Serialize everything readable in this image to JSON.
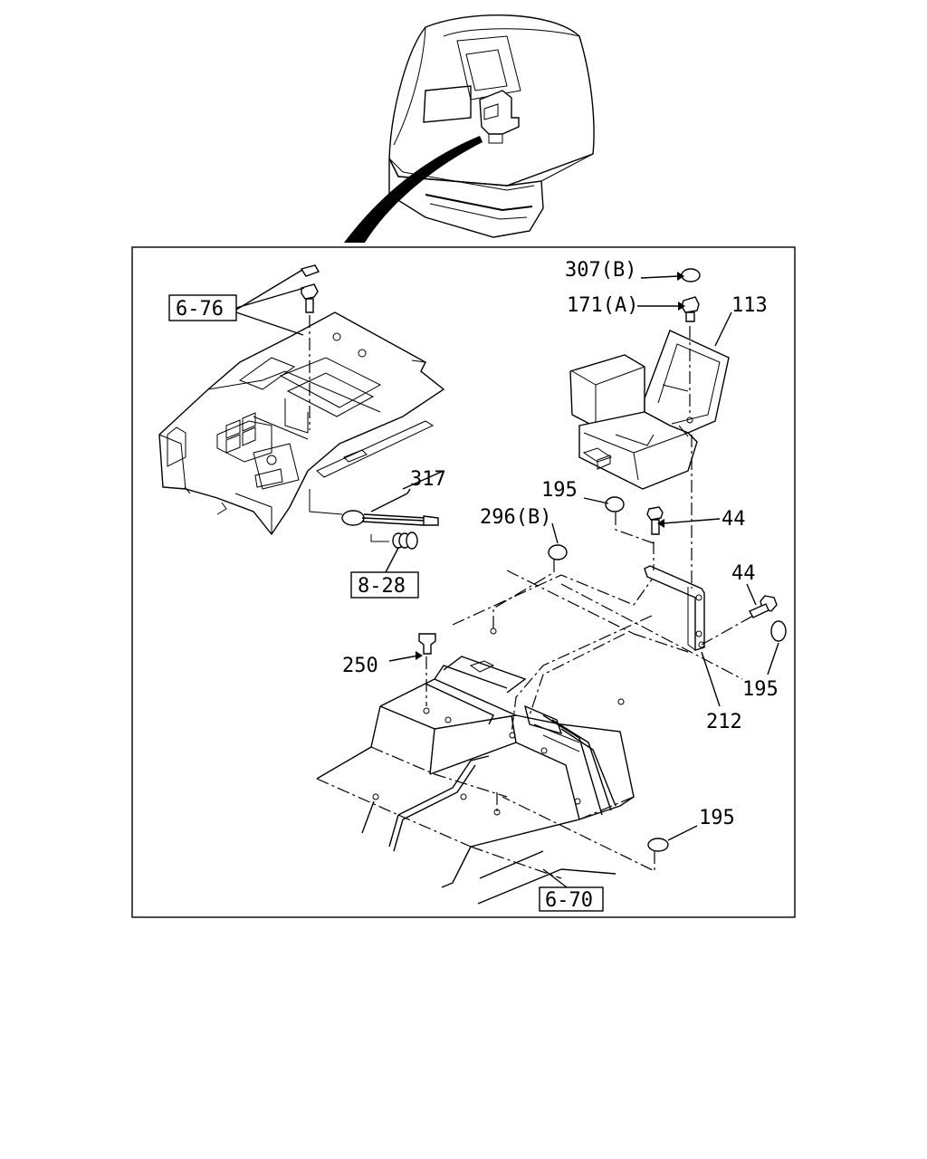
{
  "diagram": {
    "callouts": {
      "c_307b": "307(B)",
      "c_171a": "171(A)",
      "c_113": "113",
      "c_317": "317",
      "c_195_a": "195",
      "c_44_a": "44",
      "c_296b": "296(B)",
      "c_44_b": "44",
      "c_250": "250",
      "c_195_b": "195",
      "c_212": "212",
      "c_195_c": "195"
    },
    "refs": {
      "r_676": "6-76",
      "r_828": "8-28",
      "r_670": "6-70"
    }
  }
}
